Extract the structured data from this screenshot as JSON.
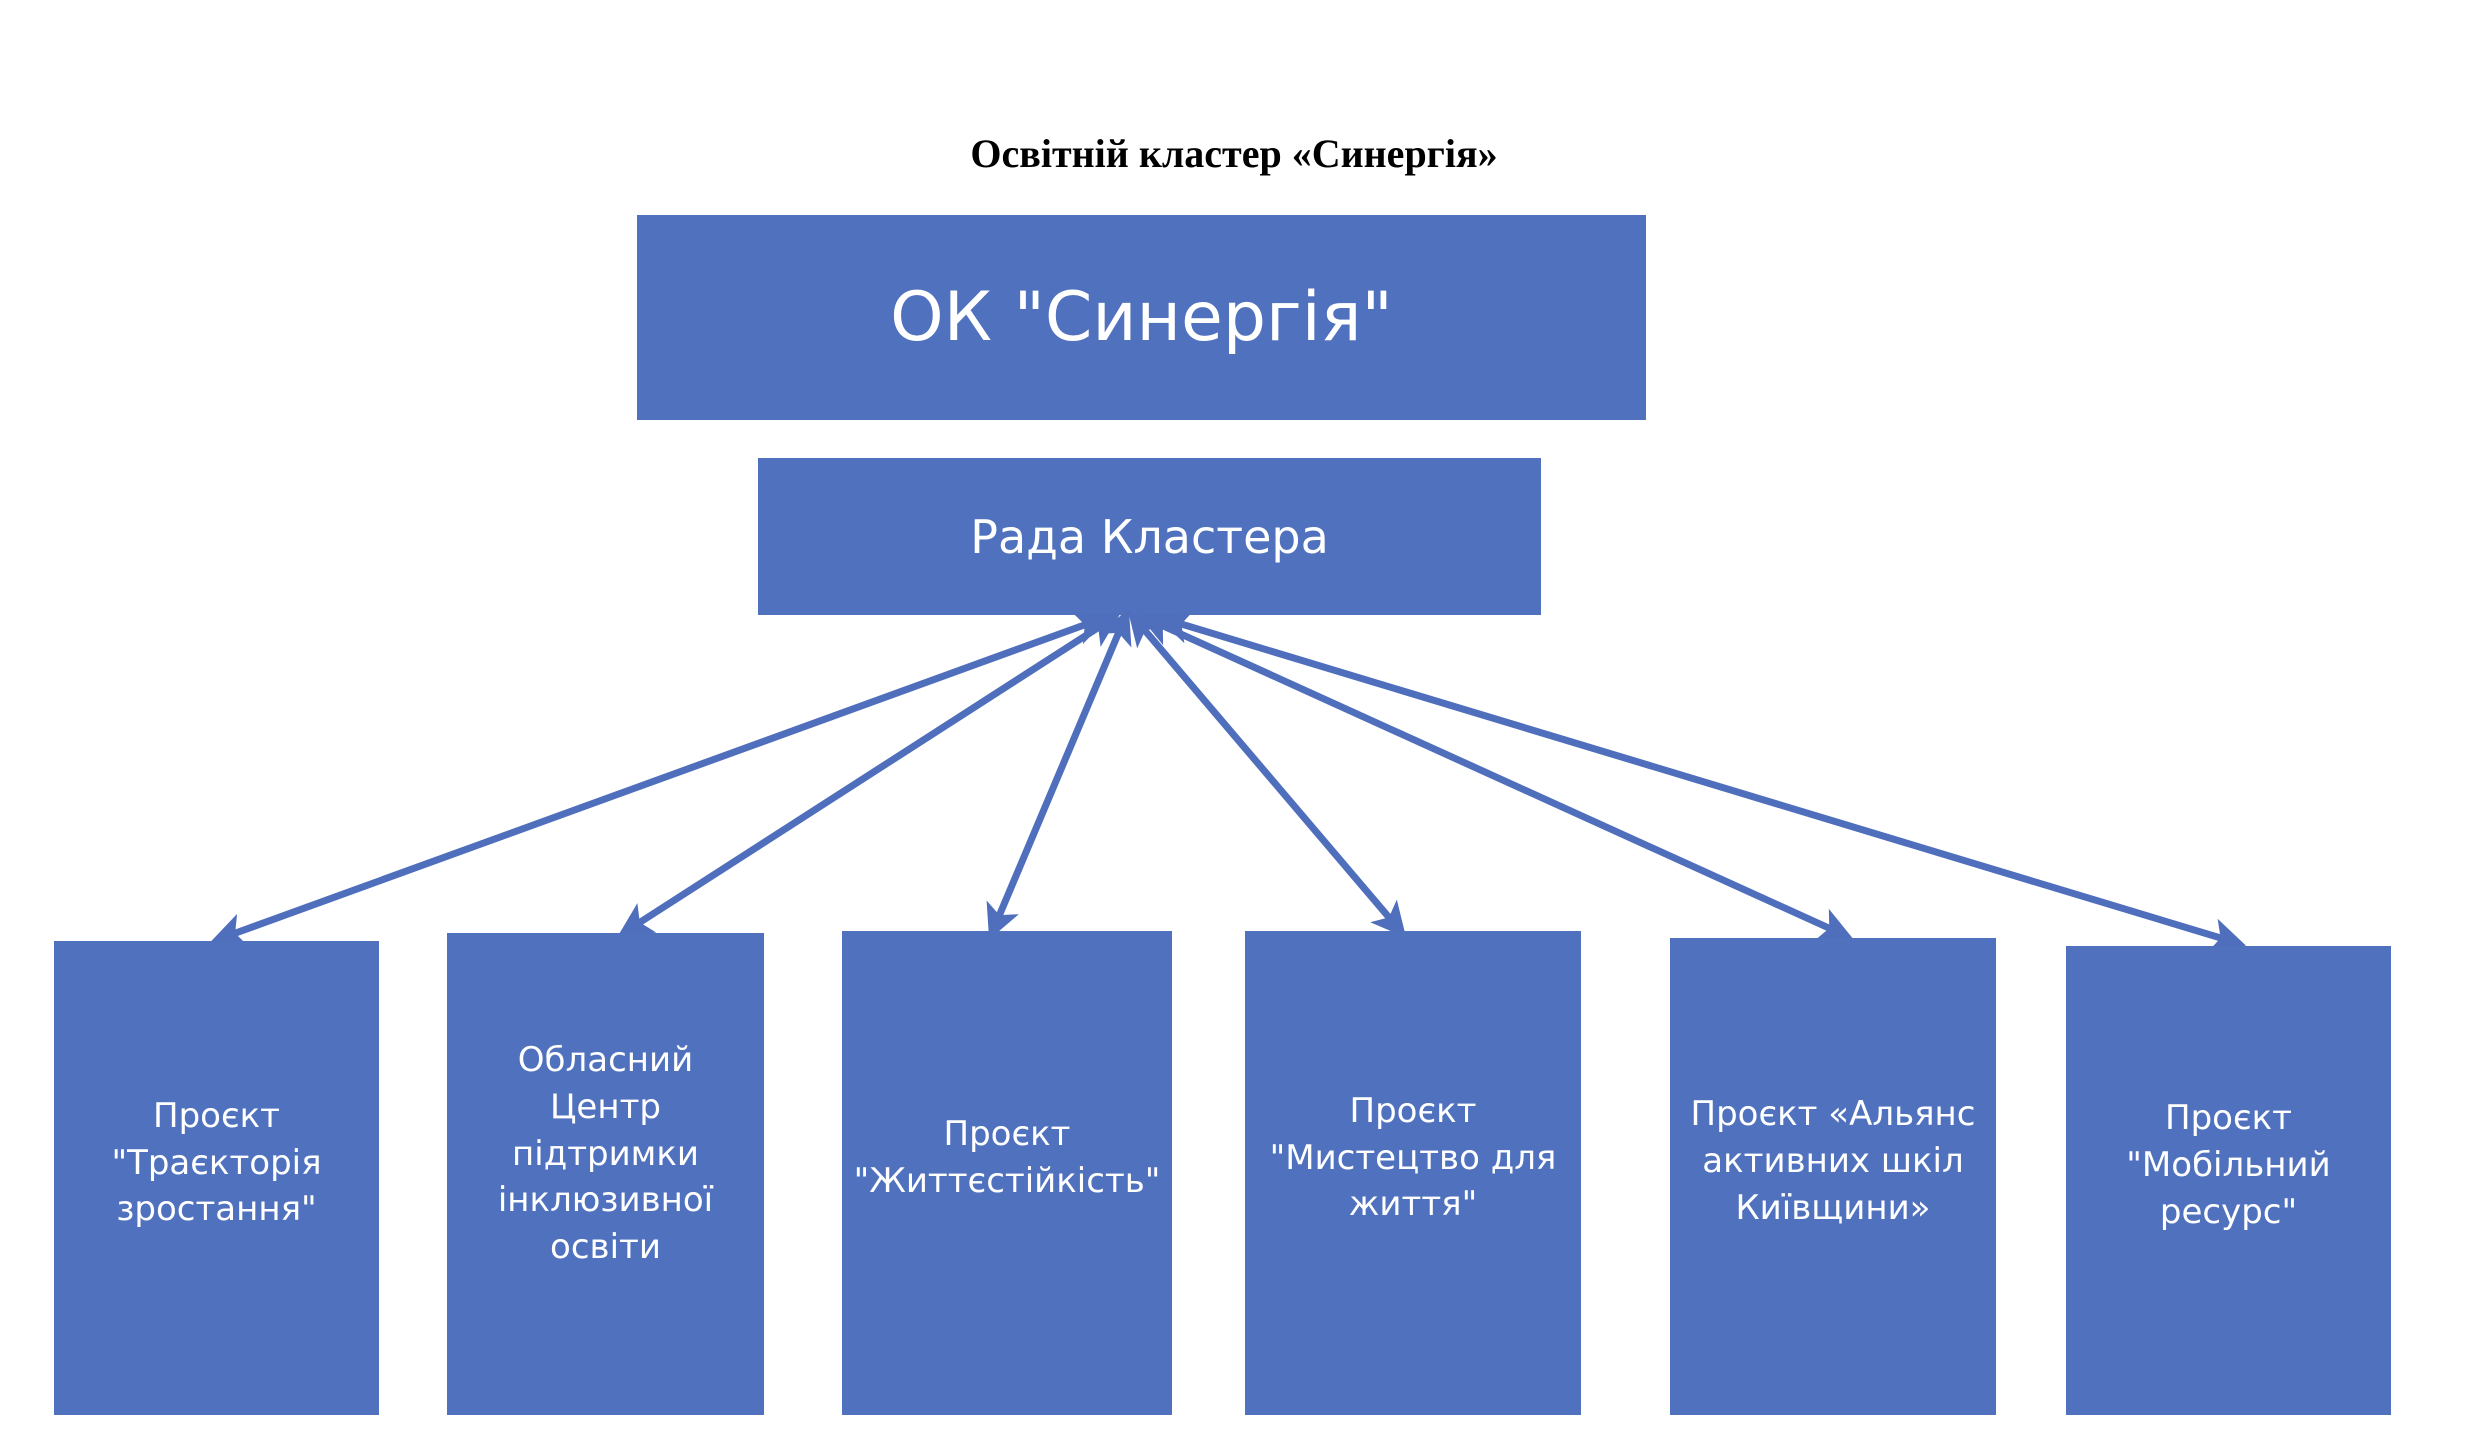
{
  "title": "Освітній кластер «Синергія»",
  "colors": {
    "box": "#5072BE",
    "arrow": "#4F6FBD",
    "text": "#FFFFFF"
  },
  "root": {
    "label": "ОК \"Синергія\""
  },
  "council": {
    "label": "Рада Кластера"
  },
  "children": [
    {
      "label": "Проєкт\n\"Траєкторія\nзростання\""
    },
    {
      "label": "Обласний Центр\nпідтримки\nінклюзивної\nосвіти"
    },
    {
      "label": "Проєкт\n\"Життєстійкість\""
    },
    {
      "label": "Проєкт\n\"Мистецтво для\nжиття\""
    },
    {
      "label": "Проєкт «Альянс\nактивних шкіл\nКиївщини»"
    },
    {
      "label": "Проєкт\n\"Мобільний\nресурс\""
    }
  ],
  "connections": [
    {
      "from": "council",
      "to": 0,
      "type": "bidirectional"
    },
    {
      "from": "council",
      "to": 1,
      "type": "bidirectional"
    },
    {
      "from": "council",
      "to": 2,
      "type": "bidirectional"
    },
    {
      "from": "council",
      "to": 3,
      "type": "bidirectional"
    },
    {
      "from": "council",
      "to": 4,
      "type": "bidirectional"
    },
    {
      "from": "council",
      "to": 5,
      "type": "bidirectional"
    }
  ]
}
